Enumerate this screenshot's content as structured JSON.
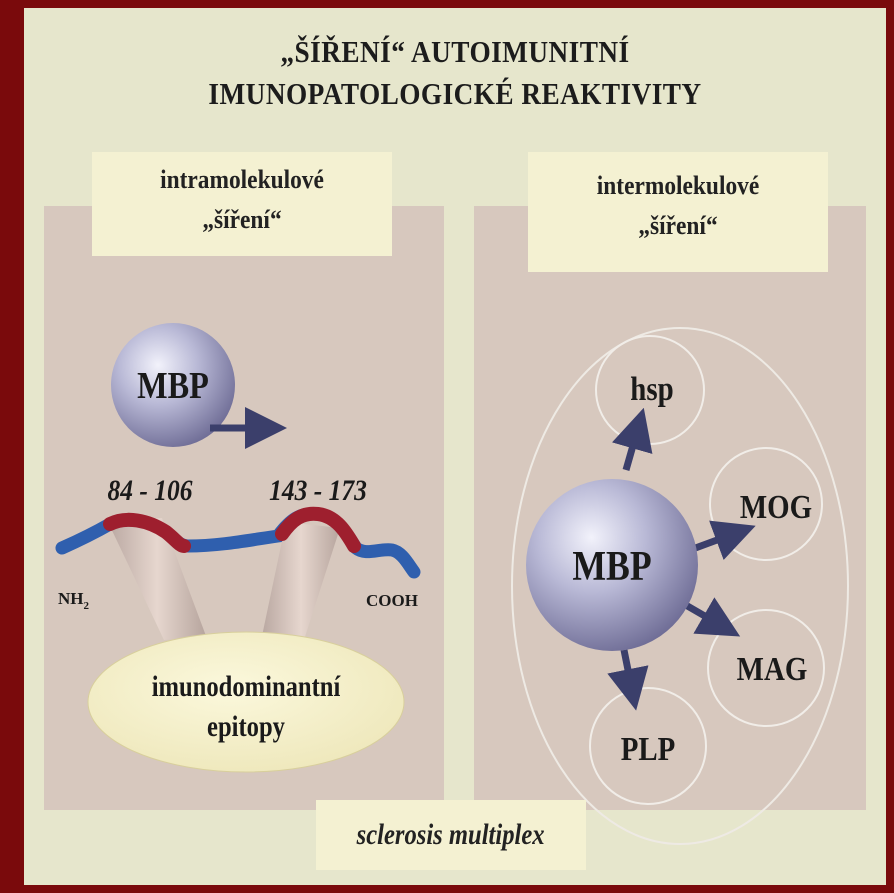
{
  "title": {
    "line1": "„ŠÍŘENÍ“  AUTOIMUNITNÍ",
    "line2": "IMUNOPATOLOGICKÉ   REAKTIVITY"
  },
  "left_panel": {
    "label_line1": "intramolekulové",
    "label_line2": "„šíření“",
    "molecule": "MBP",
    "epitope_range_1": "84 - 106",
    "epitope_range_2": "143 - 173",
    "n_terminus": "NH",
    "n_terminus_sub": "2",
    "c_terminus": "COOH",
    "epitope_line1": "imunodominantní",
    "epitope_line2": "epitopy"
  },
  "right_panel": {
    "label_line1": "intermolekulové",
    "label_line2": "„šíření“",
    "center_molecule": "MBP",
    "targets": [
      "hsp",
      "MOG",
      "MAG",
      "PLP"
    ]
  },
  "footer": "sclerosis multiplex",
  "colors": {
    "background_frame": "#7a0a0c",
    "slide": "#e6e6cc",
    "panel": "#d7c8be",
    "label_box": "#f4f1d2",
    "chain_blue": "#2f5fae",
    "epitope_red": "#9e1f2e",
    "arrow": "#3b3f6b"
  }
}
